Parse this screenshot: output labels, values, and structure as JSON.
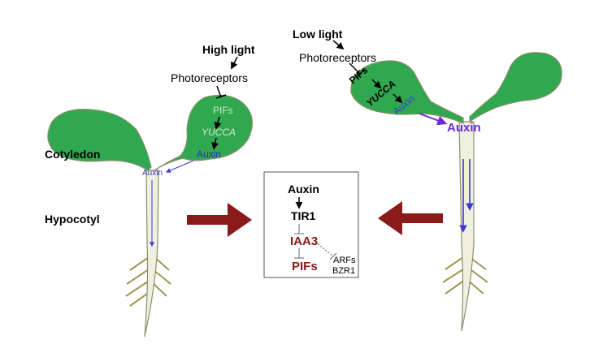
{
  "left_seedling": {
    "condition": "High light",
    "photoreceptors": "Photoreceptors",
    "pifs": "PIFs",
    "yucca": "YUCCA",
    "auxin_cotyledon": "Auxin",
    "auxin_junction": "Auxin",
    "cotyledon_label": "Cotyledon",
    "hypocotyl_label": "Hypocotyl"
  },
  "right_seedling": {
    "condition": "Low light",
    "photoreceptors": "Photoreceptors",
    "pifs": "PIFs",
    "yucca": "YUCCA",
    "auxin_cotyledon": "Auxin",
    "auxin_junction": "Auxin"
  },
  "pathway_box": {
    "auxin": "Auxin",
    "tir1": "TIR1",
    "iaa3": "IAA3",
    "pifs": "PIFs",
    "arfs": "ARFs",
    "bzr1": "BZR1"
  },
  "colors": {
    "leaf": "#2fa84f",
    "leaf_outline": "#8a8f6a",
    "stem": "#f0f0e0",
    "root": "#9a9a55",
    "auxin_blue": "#3a3ad8",
    "auxin_purple": "#6a2ad8",
    "dark_red": "#8b1a1a",
    "pale_text": "#cfe8cf"
  }
}
